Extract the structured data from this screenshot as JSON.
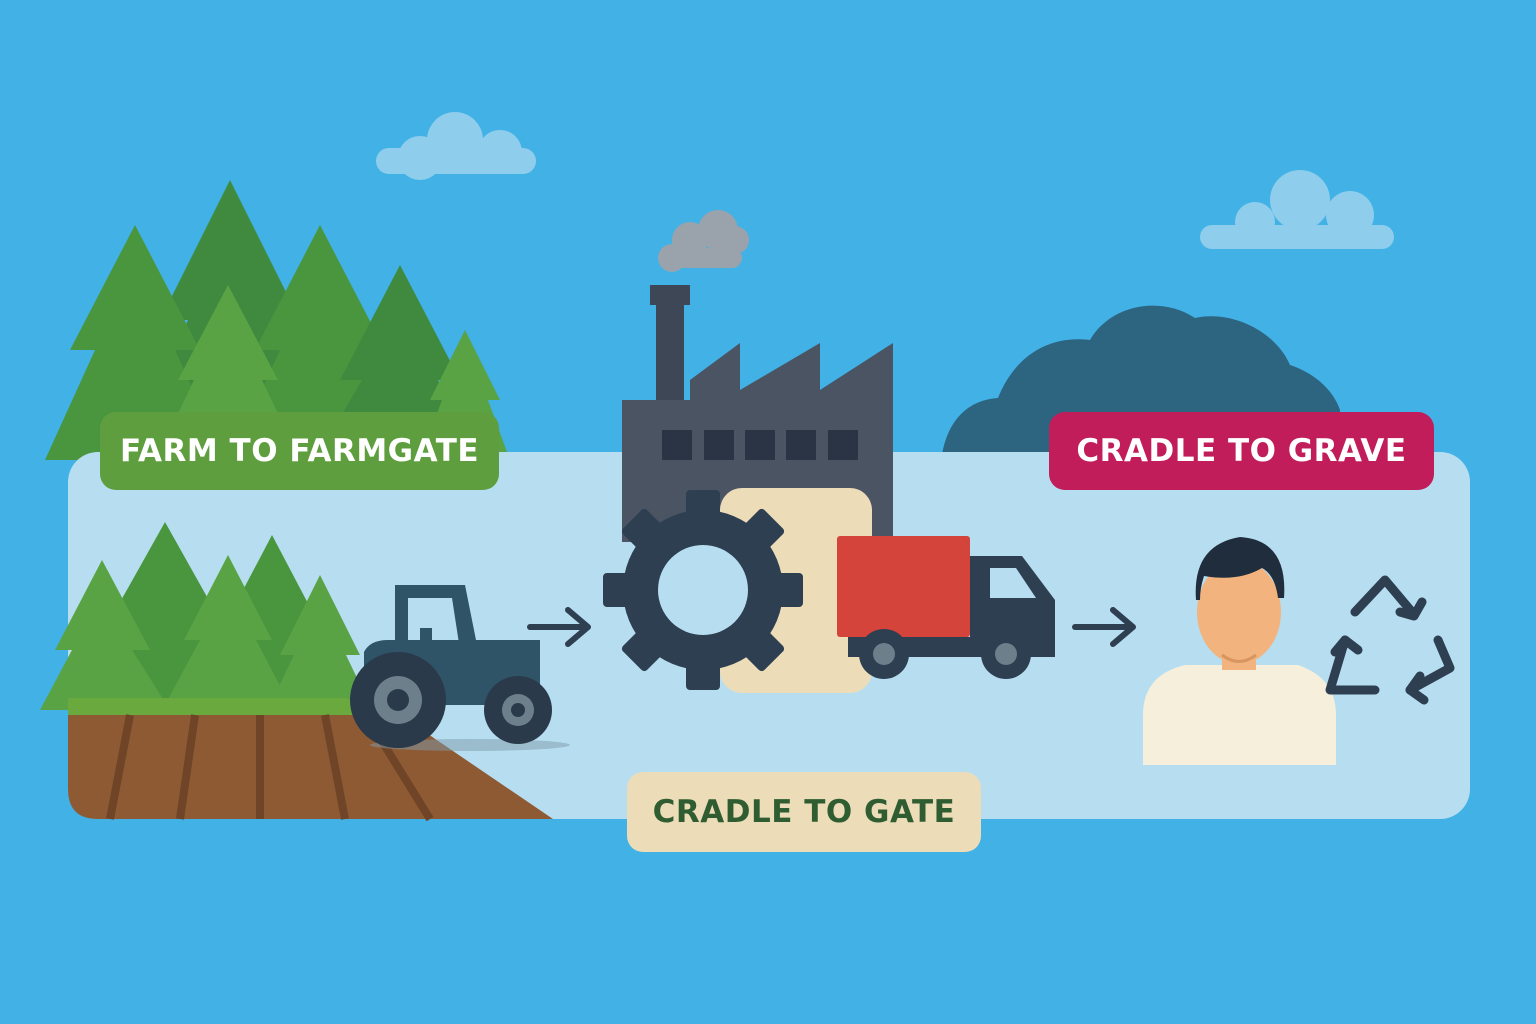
{
  "labels": {
    "farm_to_farmgate": "FARM TO FARMGATE",
    "cradle_to_grave": "CRADLE TO GRAVE",
    "cradle_to_gate": "CRADLE TO GATE"
  },
  "colors": {
    "sky": "#41b1e6",
    "panel": "#b7def0",
    "farm_label_bg": "#5e9e3e",
    "grave_label_bg": "#c01d5a",
    "gate_label_bg": "#ecdcb8",
    "gate_label_text": "#2f5d31",
    "tree_dark": "#3f8a3f",
    "tree_light": "#5aa345",
    "soil": "#8e5a34",
    "grass": "#6aa93d",
    "machine": "#2e3f52",
    "factory": "#4a5462",
    "truck_cargo": "#d4443a",
    "person_skin": "#f2b37e",
    "person_shirt": "#f5efdc"
  },
  "icons": [
    "cloud-icon",
    "tree-icon",
    "tractor-icon",
    "arrow-icon",
    "factory-icon",
    "gear-icon",
    "truck-icon",
    "person-icon",
    "recycle-icon"
  ]
}
